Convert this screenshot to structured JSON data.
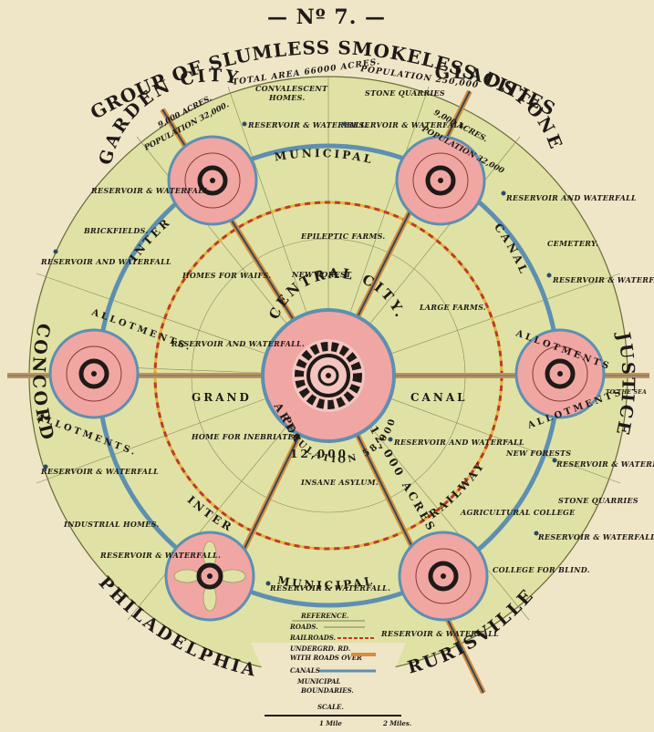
{
  "header": {
    "number": "— Nº 7. —",
    "title": "GROUP OF SLUMLESS SMOKELESS CITIES.",
    "total_area": "TOTAL AREA 66000 ACRES.",
    "population": "POPULATION 250,000"
  },
  "cities": {
    "garden_city": {
      "name": "GARDEN CITY",
      "acres": "9,000 ACRES.",
      "population": "POPULATION 32,000."
    },
    "gladstone": {
      "name": "GLADSTONE",
      "acres": "9,000 ACRES.",
      "population": "POPULATION 32,000"
    },
    "concord": "CONCORD",
    "justice": "JUSTICE",
    "philadelphia": "PHILADELPHIA",
    "rurisville": "RURISVILLE",
    "central": {
      "name": "CENTRAL CITY.",
      "population": "POPULATION 58,000",
      "acres": "12,000 ACRES",
      "area": "AREA"
    }
  },
  "features": {
    "convalescent": "CONVALESCENT HOMES.",
    "stone_quarries_top": "STONE QUARRIES",
    "res_top1": "RESERVOIR & WATERFALL.",
    "res_top2": "RESERVOIR & WATERFALL.",
    "res_left_top": "RESERVOIR & WATERFALL",
    "brickfields": "BRICKFIELDS.",
    "res_left_mid": "RESERVOIR AND WATERFALL",
    "res_right_top": "RESERVOIR AND WATERFALL",
    "cemetery": "CEMETERY.",
    "res_right_mid": "RESERVOIR & WATERFALL",
    "epileptic": "EPILEPTIC FARMS.",
    "new_forest": "NEW FOREST",
    "homes_waifs": "HOMES FOR WAIFS.",
    "large_farms": "LARGE FARMS.",
    "res_inner_left": "RESERVOIR AND WATERFALL.",
    "to_the_sea": "TO THE SEA",
    "home_inebriates": "HOME FOR INEBRIATES.",
    "res_inner_right": "RESERVOIR AND WATERFALL",
    "new_forests": "NEW FORESTS",
    "res_right_low": "RESERVOIR & WATERFALL",
    "insane": "INSANE ASYLUM.",
    "agricultural": "AGRICULTURAL COLLEGE",
    "stone_quarries_right": "STONE QUARRIES",
    "res_left_low": "RESERVOIR & WATERFALL",
    "industrial": "INDUSTRIAL HOMES.",
    "res_right_low2": "RESERVOIR & WATERFALL",
    "college_blind": "COLLEGE FOR BLIND.",
    "res_bottom_left": "RESERVOIR & WATERFALL.",
    "res_bottom_mid": "RESERVOIR & WATERFALL.",
    "res_bottom_right": "RESERVOIR & WATERFALL"
  },
  "rings": {
    "municipal_top": "MUNICIPAL",
    "municipal_bottom": "MUNICIPAL",
    "inter_top": "INTER",
    "inter_bottom": "INTER",
    "canal_right": "CANAL",
    "grand": "GRAND",
    "canal_center": "CANAL",
    "railway": "RAILWAY",
    "allotments_l1": "ALLOTMENTS.",
    "allotments_l2": "ALLOTMENTS.",
    "allotments_r1": "ALLOTMENTS",
    "allotments_r2": "ALLOTMENTS"
  },
  "reference": {
    "heading": "REFERENCE.",
    "roads": "ROADS.",
    "railroads": "RAILROADS.",
    "underground": "UNDERGRD. RD.",
    "with_roads": "WITH ROADS OVER",
    "canals": "CANALS",
    "municipal": "MUNICIPAL",
    "boundaries": "BOUNDARIES.",
    "scale": "SCALE.",
    "one_mile": "1 Mile",
    "two_miles": "2 Miles."
  },
  "colors": {
    "land": "#dfe2a4",
    "paper": "#efe6c8",
    "canal_blue": "#5e8fb1",
    "pink": "#f0a6a2",
    "rail_orange": "#d98c3a",
    "rail_red": "#c0392b",
    "ink": "#1f1a17"
  }
}
